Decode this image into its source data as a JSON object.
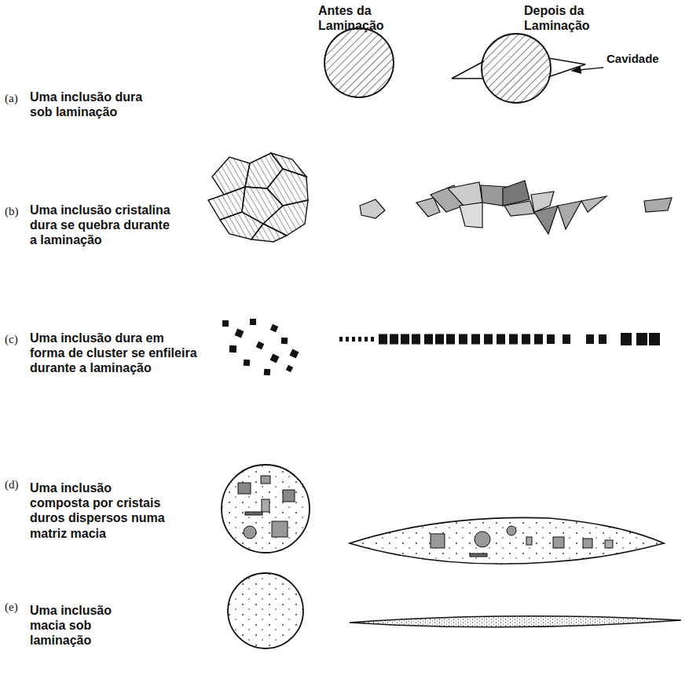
{
  "diagram": {
    "labels": [
      "Antes da Laminação",
      "Depois da Laminação",
      "(a)",
      "Uma inclusão dura sob laminação",
      "Cavidade",
      "(b)",
      "Uma inclusão cristalina dura se quebra durante a laminação",
      "(c)",
      "Uma inclusão dura em forma de cluster se enfileira durante a laminação",
      "(d)",
      "Uma inclusão composta por cristais duros dispersos numa matriz macia",
      "(e)",
      "Uma inclusão macia sob laminação"
    ]
  }
}
